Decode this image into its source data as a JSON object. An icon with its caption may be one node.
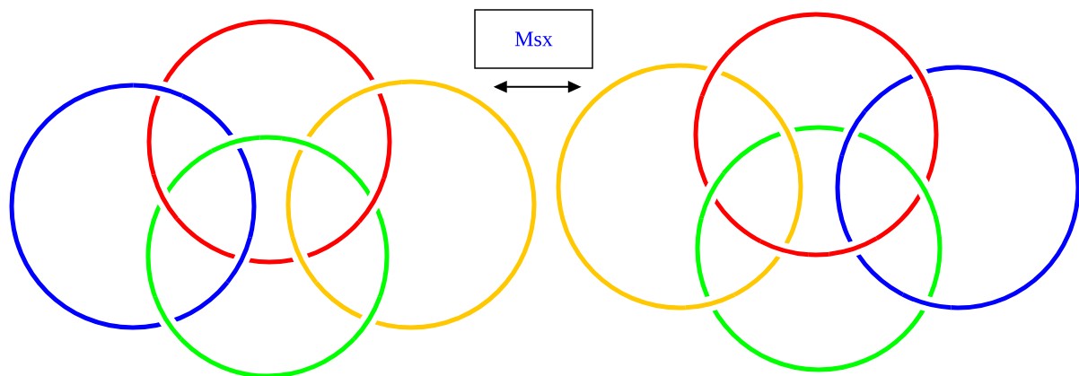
{
  "diagram": {
    "nodes": [
      {
        "text": [
          "Msx"
        ]
      },
      {
        "text": [],
        "shape": "picture"
      },
      {
        "text": [],
        "shape": "picture"
      }
    ],
    "edges": [
      {
        "from": 1,
        "to": 2,
        "arrow": "both"
      }
    ]
  }
}
